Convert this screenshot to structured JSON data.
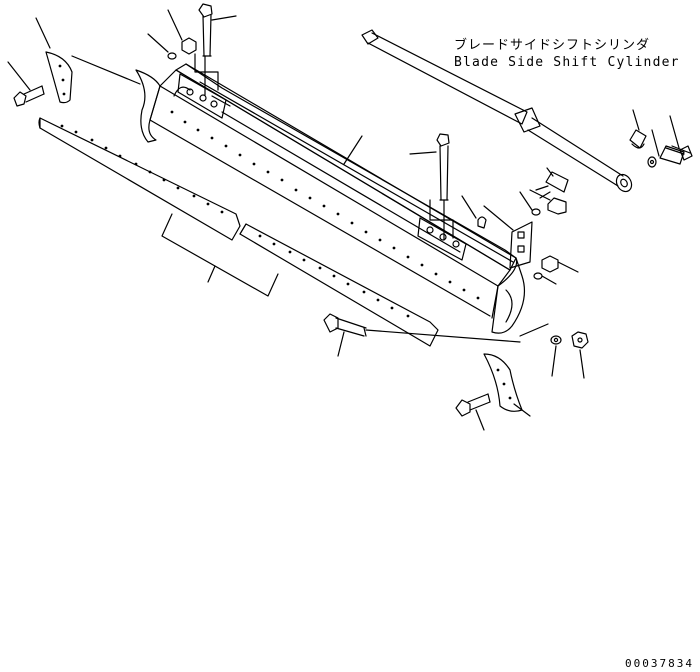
{
  "diagram": {
    "callout_jp": "ブレードサイドシフトシリンダ",
    "callout_en": "Blade Side Shift Cylinder",
    "drawing_number": "00037834"
  }
}
